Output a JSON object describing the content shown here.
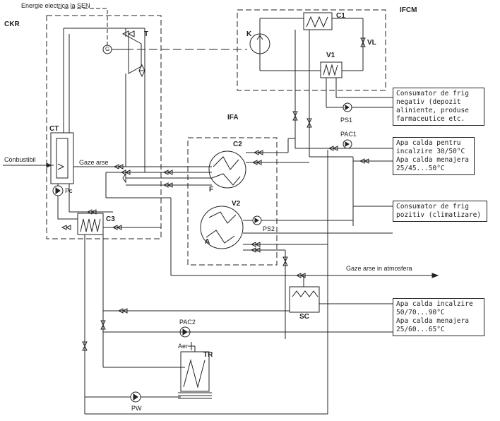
{
  "colors": {
    "line": "#222222",
    "background": "#ffffff"
  },
  "labels": {
    "sen": "Energie electrica la SEN",
    "ckr": "CKR",
    "ifcm": "IFCM",
    "ifa": "IFA",
    "ct": "CT",
    "combustibil": "Conbustibil",
    "gaze_arse": "Gaze arse",
    "gaze_atmosfera": "Gaze arse in atmosfera",
    "t": "T",
    "k": "K",
    "c1_top": "C1",
    "v1": "V1",
    "vl": "VL",
    "ps1": "PS1",
    "pac1": "PAC1",
    "c2": "C2",
    "f": "F",
    "v2": "V2",
    "ps2": "PS2",
    "a": "A",
    "pc": "Pc",
    "c3": "C3",
    "sc": "SC",
    "pac2": "PAC2",
    "tr": "TR",
    "aer": "Aer",
    "pw": "PW",
    "g": "G"
  },
  "consumers": {
    "frig_negativ": [
      "Consumator de frig",
      "negativ (depozit",
      "aliniente, produse",
      "farmaceutice etc."
    ],
    "apa_calda_1": [
      "Apa calda pentru",
      "incalzire 30/50°C",
      "Apa calda menajera",
      "25/45...50°C"
    ],
    "frig_pozitiv": [
      "Consumator de frig",
      "pozitiv (climatizare)"
    ],
    "apa_calda_2": [
      "Apa calda incalzire",
      "50/70...90°C",
      "Apa calda menajera",
      "25/60...65°C"
    ]
  }
}
